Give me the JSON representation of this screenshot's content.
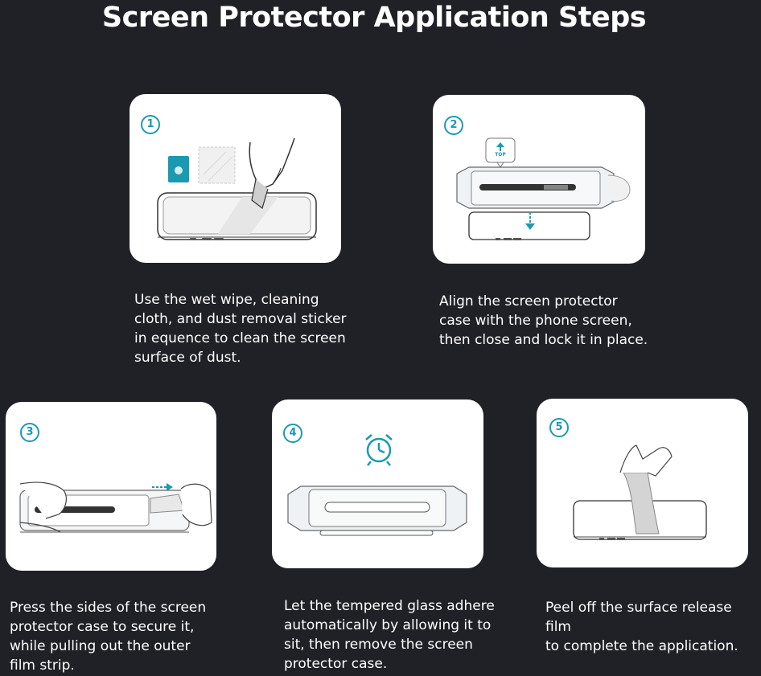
{
  "title": "Screen Protector Application Steps",
  "accent_color": "#1a9ab0",
  "background_color": "#202127",
  "steps": [
    {
      "number": "1",
      "icon": "cleaning-hand-illustration",
      "text": "Use the wet wipe, cleaning\ncloth, and dust removal sticker\n in equence to clean the screen\nsurface of dust."
    },
    {
      "number": "2",
      "icon": "align-case-illustration",
      "top_label": "TOP",
      "text": "Align the screen protector\ncase with the phone screen,\nthen close and lock it in place."
    },
    {
      "number": "3",
      "icon": "press-pull-illustration",
      "text": "Press the sides of the screen\nprotector case to secure it,\nwhile pulling out the outer\nfilm strip."
    },
    {
      "number": "4",
      "icon": "alarm-clock-illustration",
      "text": "Let the tempered glass adhere\nautomatically by allowing it to\nsit, then remove the screen\nprotector case."
    },
    {
      "number": "5",
      "icon": "peel-film-illustration",
      "text": "Peel off the surface release film\nto complete the application."
    }
  ]
}
